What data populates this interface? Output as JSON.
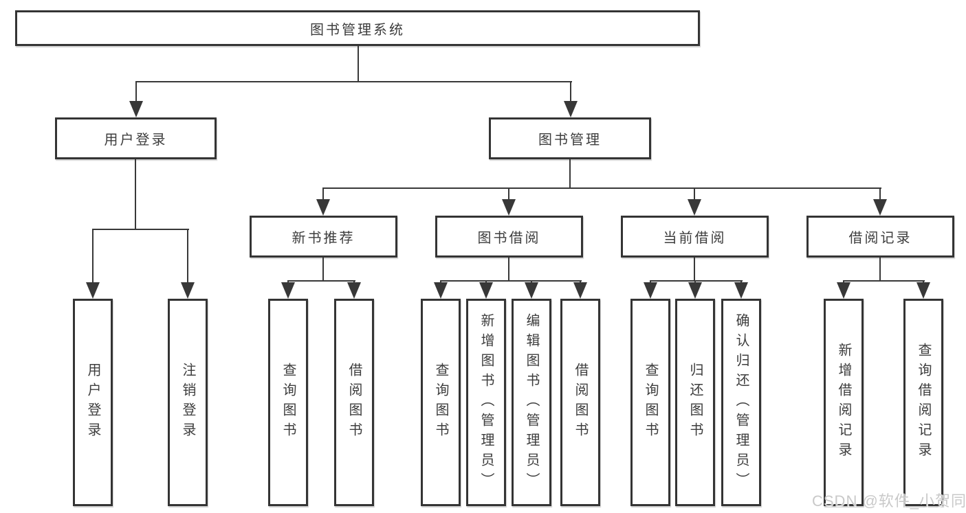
{
  "nodes": {
    "root": "图书管理系统",
    "user_login": "用户登录",
    "book_management": "图书管理",
    "new_book_recommend": "新书推荐",
    "book_borrowing": "图书借阅",
    "current_borrowing": "当前借阅",
    "borrowing_records": "借阅记录",
    "leaf_user_login": "用户登录",
    "leaf_logout": "注销登录",
    "leaf_rec_query_books": "查询图书",
    "leaf_rec_borrow_books": "借阅图书",
    "leaf_bb_query_books": "查询图书",
    "leaf_bb_add_books": "新增图书（管理员）",
    "leaf_bb_edit_books": "编辑图书（管理员）",
    "leaf_bb_borrow_books": "借阅图书",
    "leaf_cb_query_books": "查询图书",
    "leaf_cb_return_books": "归还图书",
    "leaf_cb_confirm_return": "确认归还（管理员）",
    "leaf_br_add_record": "新增借阅记录",
    "leaf_br_query_record": "查询借阅记录"
  },
  "watermark": "CSDN @软件_小贺同学",
  "colors": {
    "line": "#383838",
    "box_border": "#343434",
    "text": "#3d3d3d",
    "watermark": "#c9c9c9",
    "background": "#ffffff"
  }
}
